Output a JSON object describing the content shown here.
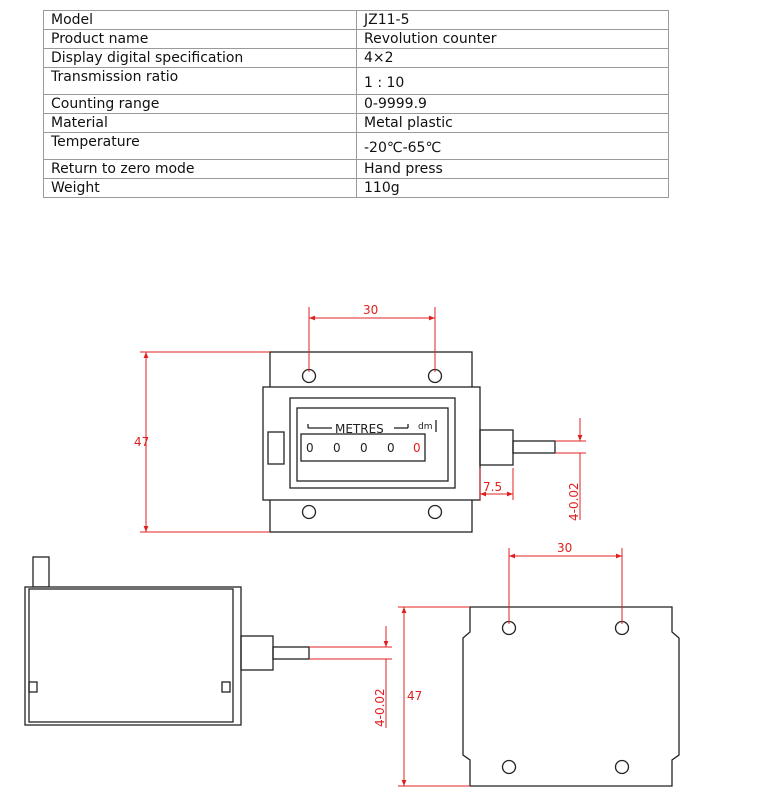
{
  "specs": [
    {
      "label": "Model",
      "value": "JZ11-5"
    },
    {
      "label": "Product name",
      "value": "Revolution counter"
    },
    {
      "label": "Display digital specification",
      "value": "4×2"
    },
    {
      "label": "Transmission ratio",
      "value": "1 : 10"
    },
    {
      "label": "Counting range",
      "value": "0-9999.9"
    },
    {
      "label": "Material",
      "value": "Metal plastic"
    },
    {
      "label": "Temperature",
      "value": "-20℃-65℃"
    },
    {
      "label": "Return to zero mode",
      "value": "Hand press"
    },
    {
      "label": "Weight",
      "value": "110g"
    }
  ],
  "front_view": {
    "window_label": "METRES",
    "unit": "dm",
    "digits": [
      "0",
      "0",
      "0",
      "0",
      "0"
    ],
    "dim_hole_spacing": "30",
    "dim_height": "47",
    "dim_shaft_length": "7.5",
    "dim_shaft_diameter": "4-0.02"
  },
  "side_view": {
    "dim_shaft_diameter": "4-0.02"
  },
  "back_view": {
    "dim_hole_spacing": "30",
    "dim_height": "47"
  },
  "colors": {
    "dimension": "#e02020",
    "outline": "#222222",
    "last_digit": "#e02020"
  }
}
